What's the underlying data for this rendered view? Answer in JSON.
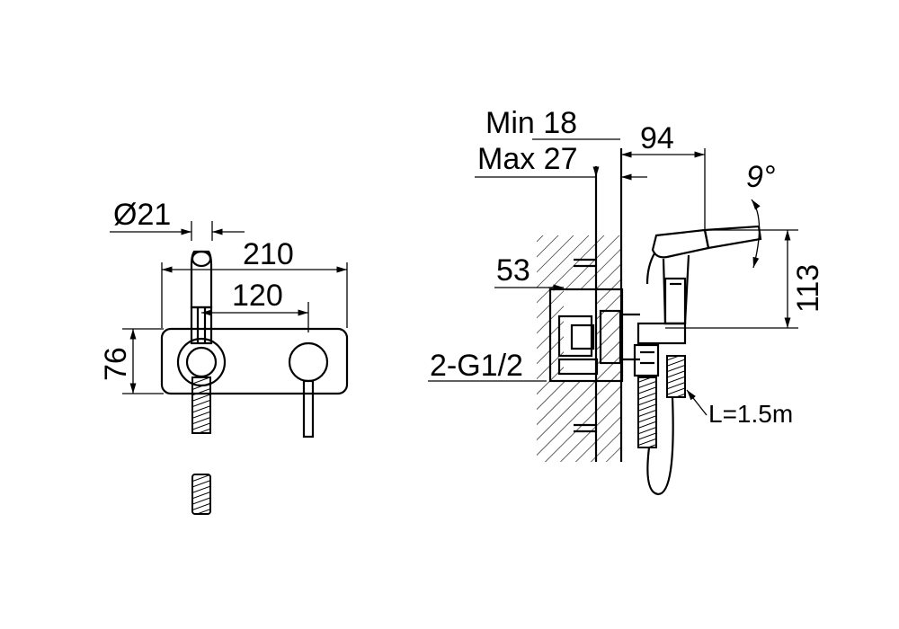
{
  "front_view": {
    "dim_diameter": "Ø21",
    "dim_width": "210",
    "dim_center": "120",
    "dim_height": "76"
  },
  "side_view": {
    "dim_min": "Min 18",
    "dim_max": "Max 27",
    "dim_projection": "94",
    "dim_angle": "9°",
    "dim_depth": "53",
    "dim_sprayer_height": "113",
    "dim_connection": "2-G1/2",
    "dim_hose": "L=1.5m"
  }
}
